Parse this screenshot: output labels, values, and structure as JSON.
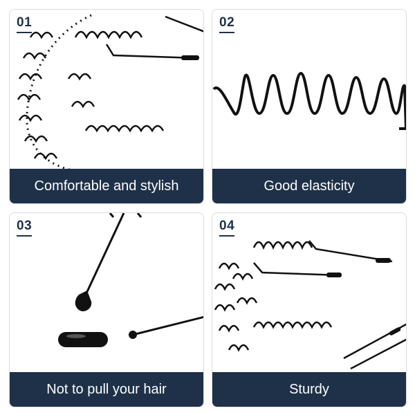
{
  "colors": {
    "accent": "#1e3148",
    "wire": "#111111",
    "border": "#d9dde2"
  },
  "panels": [
    {
      "number": "01",
      "caption": "Comfortable and stylish"
    },
    {
      "number": "02",
      "caption": "Good elasticity"
    },
    {
      "number": "03",
      "caption": "Not to pull your hair"
    },
    {
      "number": "04",
      "caption": "Sturdy"
    }
  ]
}
